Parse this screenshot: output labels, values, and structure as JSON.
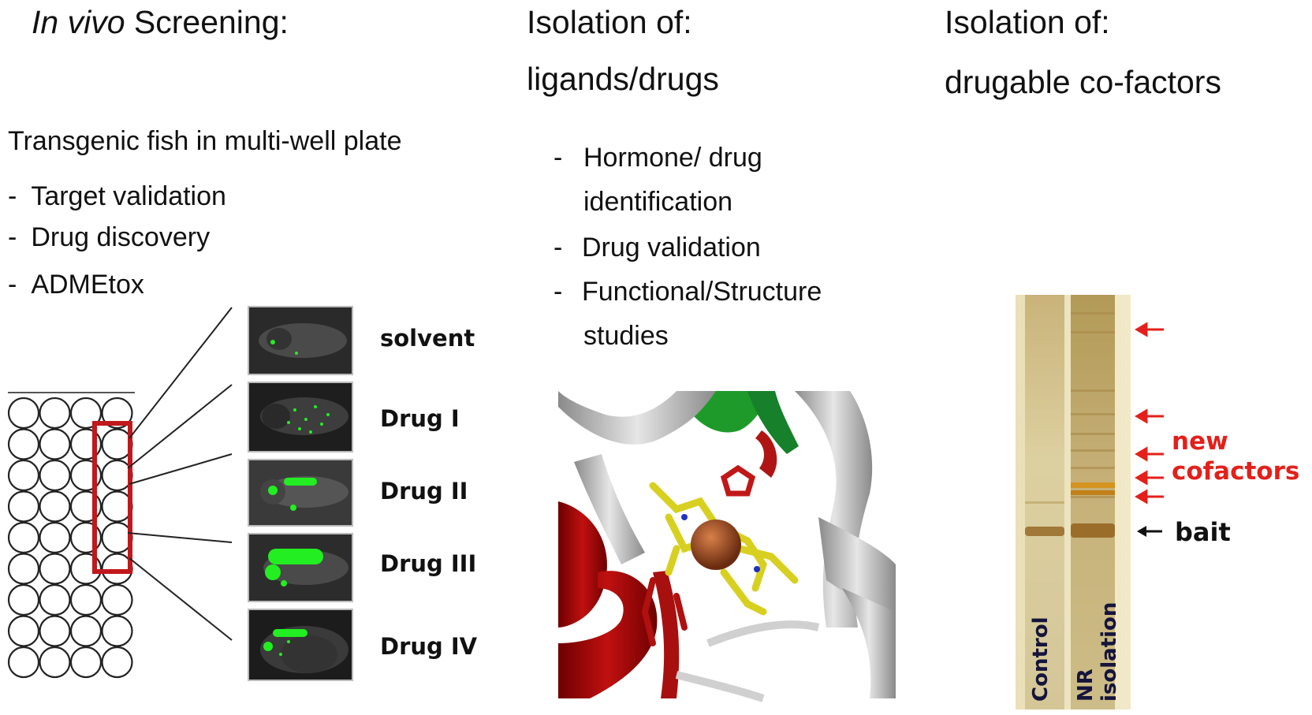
{
  "col1": {
    "title_italic": "In vivo",
    "title_rest": " Screening:",
    "subtitle": "Transgenic fish in multi-well plate",
    "bullets": [
      "Target validation",
      "Drug discovery",
      "ADMEtox"
    ],
    "fish_labels": [
      "solvent",
      "Drug I",
      "Drug II",
      "Drug III",
      "Drug IV"
    ]
  },
  "col2": {
    "title_line1": "Isolation of:",
    "title_line2": "ligands/drugs",
    "bullets": [
      {
        "line1": "Hormone/ drug",
        "line2": "identification"
      },
      {
        "line1": "Drug validation",
        "line2": ""
      },
      {
        "line1": "Functional/Structure",
        "line2": "studies"
      }
    ]
  },
  "col3": {
    "title_line1": "Isolation of:",
    "title_line2": "drugable co-factors",
    "gel_lane_labels": [
      "Control",
      "NR",
      "isolation"
    ],
    "annotation_new": "new",
    "annotation_cofactors": "cofactors",
    "annotation_bait": "bait"
  },
  "colors": {
    "accent_red": "#e3201b",
    "plate_highlight": "#c0181c",
    "gfp_green": "#22ee22"
  },
  "dash": "-"
}
